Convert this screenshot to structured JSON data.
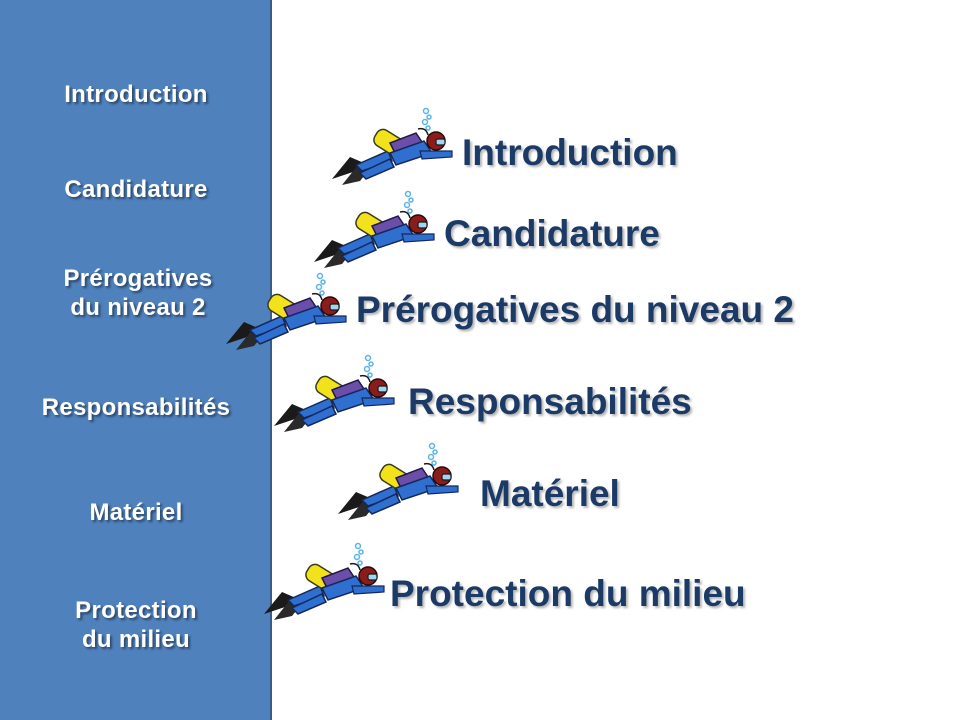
{
  "sidebar": {
    "items": [
      {
        "label": "Introduction"
      },
      {
        "label": "Candidature"
      },
      {
        "label": "Prérogatives du niveau 2"
      },
      {
        "label": "Responsabilités"
      },
      {
        "label": "Matériel"
      },
      {
        "label": "Protection du milieu"
      }
    ]
  },
  "main": {
    "items": [
      {
        "label": "Introduction",
        "icon": "scuba-diver-icon"
      },
      {
        "label": "Candidature",
        "icon": "scuba-diver-icon"
      },
      {
        "label": "Prérogatives du niveau 2",
        "icon": "scuba-diver-icon"
      },
      {
        "label": "Responsabilités",
        "icon": "scuba-diver-icon"
      },
      {
        "label": "Matériel",
        "icon": "scuba-diver-icon"
      },
      {
        "label": "Protection du milieu",
        "icon": "scuba-diver-icon"
      }
    ]
  },
  "colors": {
    "sidebar_bg": "#4f81bd",
    "sidebar_text": "#ffffff",
    "main_text": "#1c3a66"
  }
}
